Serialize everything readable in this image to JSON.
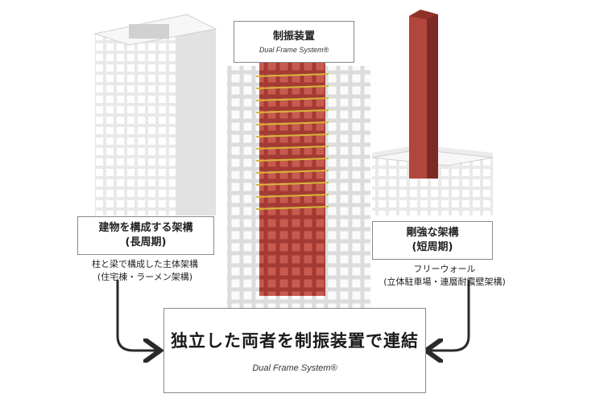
{
  "labels": {
    "damper": {
      "title": "制振装置",
      "sub_en": "Dual Frame System®"
    },
    "building_frame": {
      "title": "建物を構成する架構",
      "period": "(長周期)"
    },
    "building_frame_caption": {
      "line1": "柱と梁で構成した主体架構",
      "line2": "(住宅棟・ラーメン架構)"
    },
    "rigid_frame": {
      "title": "剛強な架構",
      "period": "(短周期)"
    },
    "rigid_frame_caption": {
      "line1": "フリーウォール",
      "line2": "(立体駐車場・連層耐震壁架構)"
    },
    "main": {
      "title": "独立した両者を制振装置で連結",
      "sub_en": "Dual Frame System®"
    }
  },
  "colors": {
    "frame_white": "#f4f4f4",
    "frame_line": "#c8c8c8",
    "core_red": "#b2453c",
    "core_red_dark": "#7e2a24",
    "damper_yellow": "#d8b53a",
    "arrow": "#2a2a2a"
  }
}
